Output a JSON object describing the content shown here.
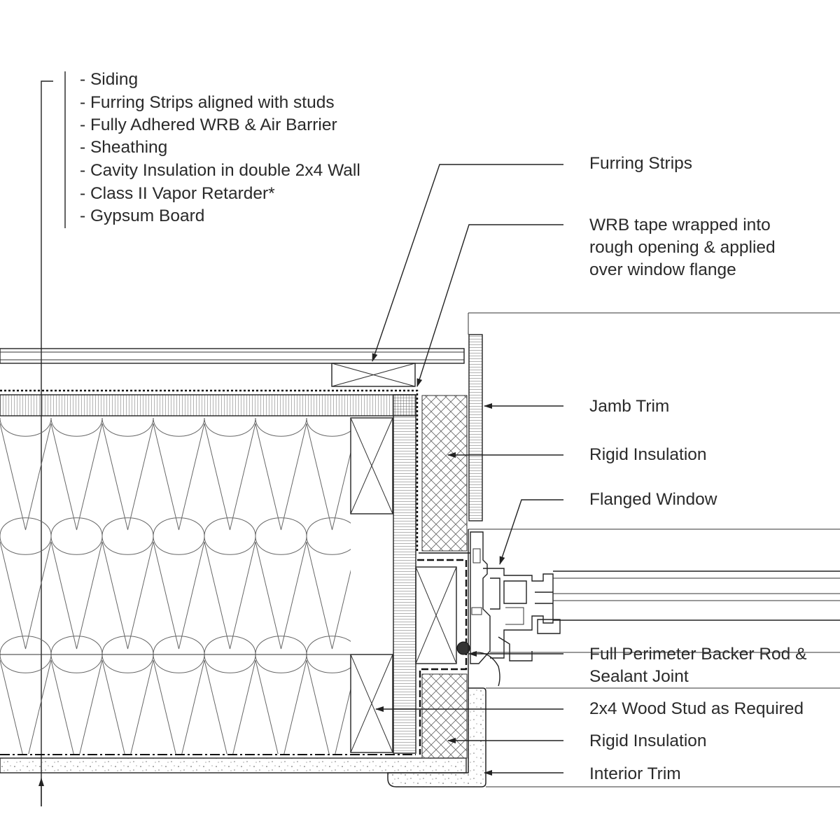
{
  "wall_assembly": {
    "layers": [
      "- Siding",
      "- Furring Strips aligned with studs",
      "- Fully Adhered WRB & Air Barrier",
      "- Sheathing",
      "- Cavity Insulation in double 2x4 Wall",
      "- Class II Vapor Retarder*",
      "- Gypsum Board"
    ]
  },
  "callouts": {
    "furring_strips": "Furring Strips",
    "wrb_tape": [
      "WRB tape wrapped into",
      "rough opening & applied",
      "over window flange"
    ],
    "jamb_trim": "Jamb Trim",
    "rigid_insulation_top": "Rigid Insulation",
    "flanged_window": "Flanged Window",
    "backer_rod": [
      "Full Perimeter Backer Rod &",
      "Sealant Joint"
    ],
    "wood_stud": "2x4 Wood Stud as Required",
    "rigid_insulation_bottom": "Rigid Insulation",
    "interior_trim": "Interior Trim"
  },
  "colors": {
    "line": "#222222",
    "text": "#2a2a2a",
    "background": "#ffffff"
  },
  "icons": [
    "arrowhead"
  ]
}
